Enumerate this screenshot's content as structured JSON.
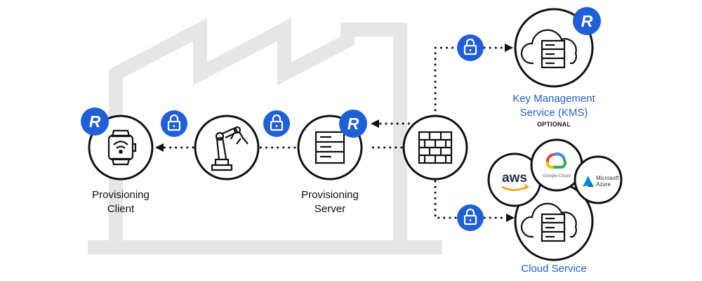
{
  "provisioning_client": {
    "line1": "Provisioning",
    "line2": "Client"
  },
  "provisioning_server": {
    "line1": "Provisioning",
    "line2": "Server"
  },
  "kms": {
    "line1": "Key Management",
    "line2": "Service (KMS)",
    "tag": "OPTIONAL"
  },
  "cloud_service": {
    "label": "Cloud Service"
  },
  "cloud_providers": {
    "aws": "aws",
    "google": "Google Cloud",
    "azure_line1": "Microsoft",
    "azure_line2": "Azure"
  },
  "badge_letter": "R",
  "colors": {
    "accent_blue": "#1f5fd8",
    "factory_gray": "#e6e6e6",
    "line": "#111111"
  },
  "icons": [
    "wearable-wifi-icon",
    "robot-arm-icon",
    "server-icon",
    "firewall-icon",
    "cloud-server-icon",
    "lock-icon",
    "r-badge-icon"
  ]
}
